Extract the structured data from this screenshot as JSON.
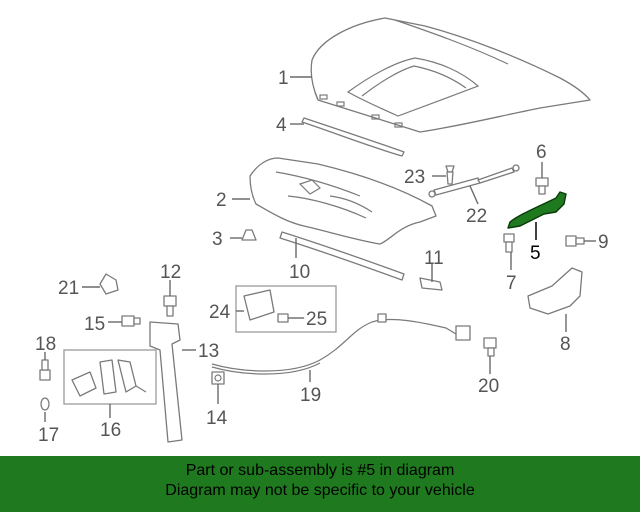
{
  "callouts": {
    "c1": "1",
    "c2": "2",
    "c3": "3",
    "c4": "4",
    "c5": "5",
    "c6": "6",
    "c7": "7",
    "c8": "8",
    "c9": "9",
    "c10": "10",
    "c11": "11",
    "c12": "12",
    "c13": "13",
    "c14": "14",
    "c15": "15",
    "c16": "16",
    "c17": "17",
    "c18": "18",
    "c19": "19",
    "c20": "20",
    "c21": "21",
    "c22": "22",
    "c23": "23",
    "c24": "24",
    "c25": "25"
  },
  "highlighted_part": "5",
  "colors": {
    "highlight_part": "#1f7a1f",
    "banner_background": "#1f7a1f",
    "banner_text": "#000000",
    "line_art": "#7a7a7a"
  },
  "banner": {
    "line1": "Part or sub-assembly is #5 in diagram",
    "line2": "Diagram may not be specific to your vehicle"
  }
}
